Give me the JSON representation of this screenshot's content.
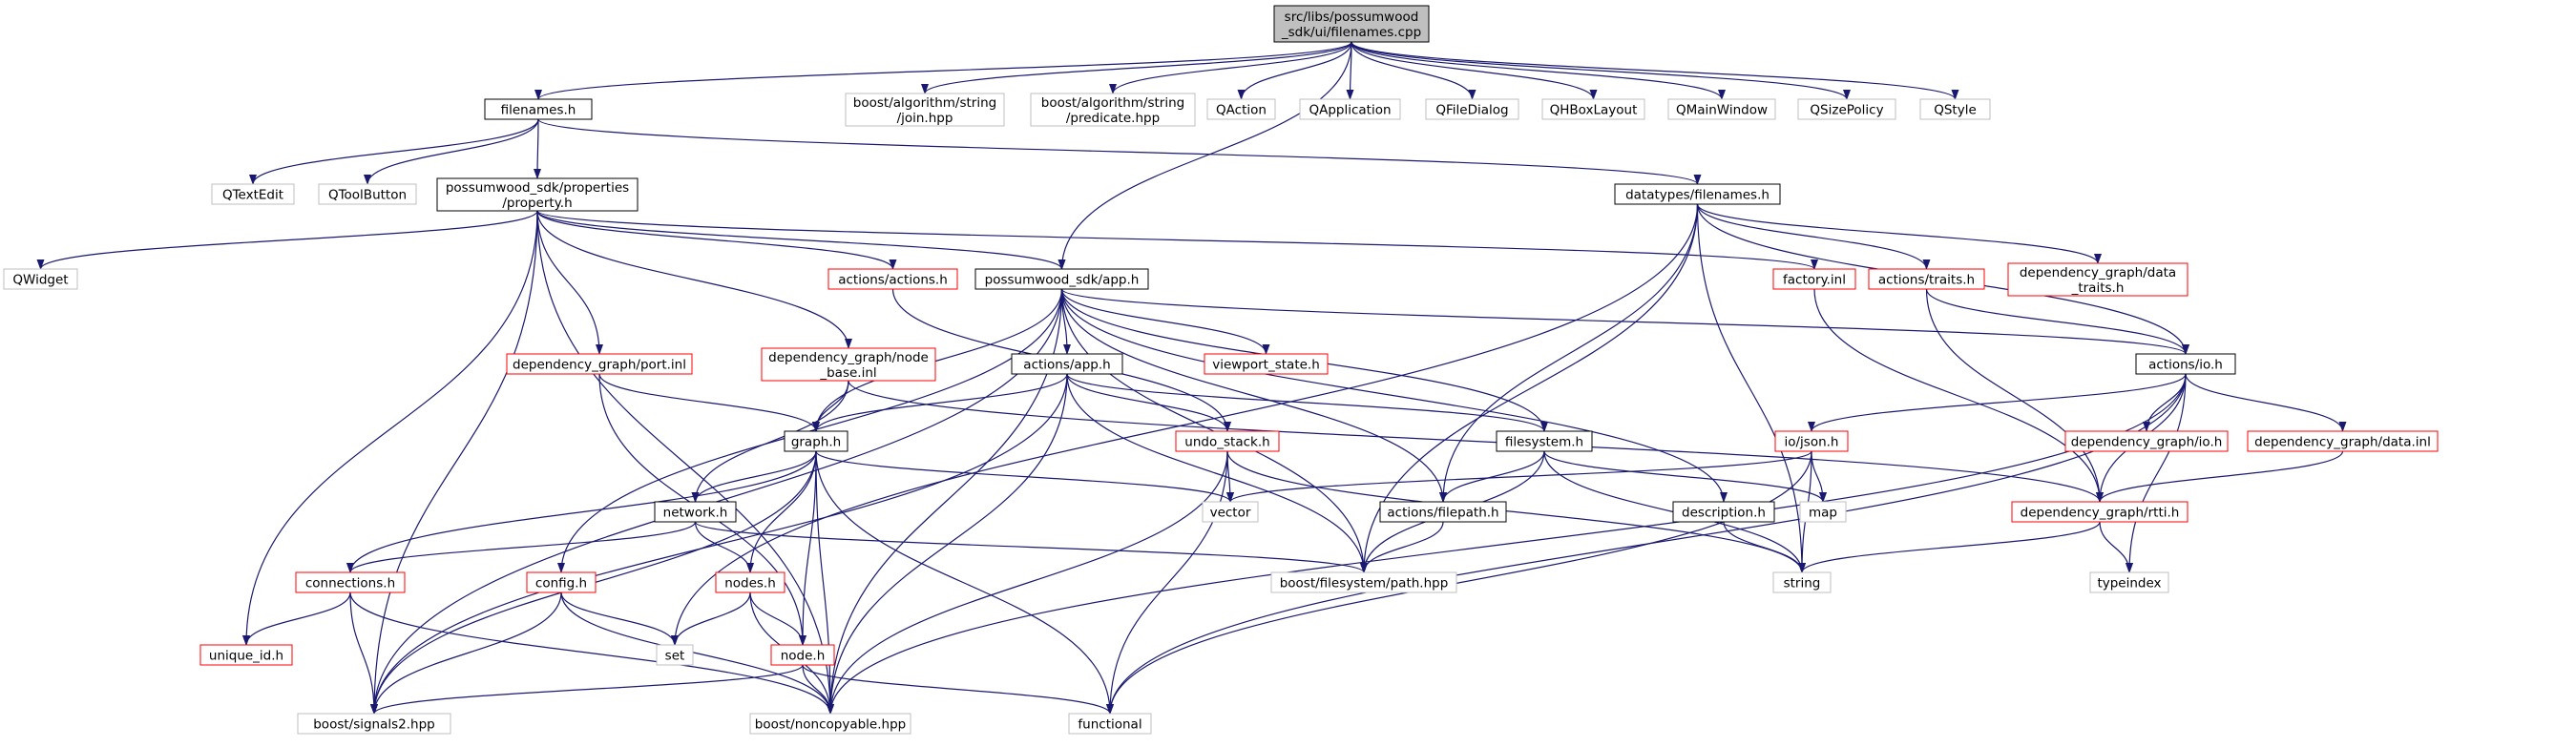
{
  "diagram": {
    "root_id": "root",
    "colors": {
      "edge": "#191970",
      "box_border_black": "#000000",
      "box_border_gray": "#bfbfbf",
      "box_border_red": "#ff0000",
      "root_fill": "#bfbfbf",
      "box_fill": "#ffffff",
      "label_text": "#000000"
    },
    "nodes": [
      {
        "id": "root",
        "lines": [
          "src/libs/possumwood",
          "_sdk/ui/filenames.cpp"
        ],
        "style": "root"
      },
      {
        "id": "filenames_h",
        "lines": [
          "filenames.h"
        ],
        "style": "black"
      },
      {
        "id": "join_hpp",
        "lines": [
          "boost/algorithm/string",
          "/join.hpp"
        ],
        "style": "gray"
      },
      {
        "id": "predicate_hpp",
        "lines": [
          "boost/algorithm/string",
          "/predicate.hpp"
        ],
        "style": "gray"
      },
      {
        "id": "qaction",
        "lines": [
          "QAction"
        ],
        "style": "gray"
      },
      {
        "id": "qapplication",
        "lines": [
          "QApplication"
        ],
        "style": "gray"
      },
      {
        "id": "qfiledialog",
        "lines": [
          "QFileDialog"
        ],
        "style": "gray"
      },
      {
        "id": "qhboxlayout",
        "lines": [
          "QHBoxLayout"
        ],
        "style": "gray"
      },
      {
        "id": "qmainwindow",
        "lines": [
          "QMainWindow"
        ],
        "style": "gray"
      },
      {
        "id": "qsizepolicy",
        "lines": [
          "QSizePolicy"
        ],
        "style": "gray"
      },
      {
        "id": "qstyle",
        "lines": [
          "QStyle"
        ],
        "style": "gray"
      },
      {
        "id": "qtextedit",
        "lines": [
          "QTextEdit"
        ],
        "style": "gray"
      },
      {
        "id": "qtoolbutton",
        "lines": [
          "QToolButton"
        ],
        "style": "gray"
      },
      {
        "id": "property_h",
        "lines": [
          "possumwood_sdk/properties",
          "/property.h"
        ],
        "style": "black"
      },
      {
        "id": "dt_filenames_h",
        "lines": [
          "datatypes/filenames.h"
        ],
        "style": "black"
      },
      {
        "id": "qwidget",
        "lines": [
          "QWidget"
        ],
        "style": "gray"
      },
      {
        "id": "actions_actions_h",
        "lines": [
          "actions/actions.h"
        ],
        "style": "red"
      },
      {
        "id": "app_h",
        "lines": [
          "possumwood_sdk/app.h"
        ],
        "style": "black"
      },
      {
        "id": "factory_inl",
        "lines": [
          "factory.inl"
        ],
        "style": "red"
      },
      {
        "id": "traits_h",
        "lines": [
          "actions/traits.h"
        ],
        "style": "red"
      },
      {
        "id": "data_traits_h",
        "lines": [
          "dependency_graph/data",
          "_traits.h"
        ],
        "style": "red"
      },
      {
        "id": "port_inl",
        "lines": [
          "dependency_graph/port.inl"
        ],
        "style": "red"
      },
      {
        "id": "node_base_inl",
        "lines": [
          "dependency_graph/node",
          "_base.inl"
        ],
        "style": "red"
      },
      {
        "id": "actions_app_h",
        "lines": [
          "actions/app.h"
        ],
        "style": "black"
      },
      {
        "id": "viewport_state_h",
        "lines": [
          "viewport_state.h"
        ],
        "style": "red"
      },
      {
        "id": "actions_io_h",
        "lines": [
          "actions/io.h"
        ],
        "style": "black"
      },
      {
        "id": "graph_h",
        "lines": [
          "graph.h"
        ],
        "style": "black"
      },
      {
        "id": "undo_stack_h",
        "lines": [
          "undo_stack.h"
        ],
        "style": "red"
      },
      {
        "id": "filesystem_h",
        "lines": [
          "filesystem.h"
        ],
        "style": "black"
      },
      {
        "id": "io_json_h",
        "lines": [
          "io/json.h"
        ],
        "style": "red"
      },
      {
        "id": "dg_io_h",
        "lines": [
          "dependency_graph/io.h"
        ],
        "style": "red"
      },
      {
        "id": "dg_data_inl",
        "lines": [
          "dependency_graph/data.inl"
        ],
        "style": "red"
      },
      {
        "id": "network_h",
        "lines": [
          "network.h"
        ],
        "style": "black"
      },
      {
        "id": "vector",
        "lines": [
          "vector"
        ],
        "style": "gray"
      },
      {
        "id": "filepath_h",
        "lines": [
          "actions/filepath.h"
        ],
        "style": "black"
      },
      {
        "id": "description_h",
        "lines": [
          "description.h"
        ],
        "style": "black"
      },
      {
        "id": "map",
        "lines": [
          "map"
        ],
        "style": "gray"
      },
      {
        "id": "rtti_h",
        "lines": [
          "dependency_graph/rtti.h"
        ],
        "style": "red"
      },
      {
        "id": "connections_h",
        "lines": [
          "connections.h"
        ],
        "style": "red"
      },
      {
        "id": "config_h",
        "lines": [
          "config.h"
        ],
        "style": "red"
      },
      {
        "id": "nodes_h",
        "lines": [
          "nodes.h"
        ],
        "style": "red"
      },
      {
        "id": "path_hpp",
        "lines": [
          "boost/filesystem/path.hpp"
        ],
        "style": "gray"
      },
      {
        "id": "string",
        "lines": [
          "string"
        ],
        "style": "gray"
      },
      {
        "id": "typeindex",
        "lines": [
          "typeindex"
        ],
        "style": "gray"
      },
      {
        "id": "unique_id_h",
        "lines": [
          "unique_id.h"
        ],
        "style": "red"
      },
      {
        "id": "set",
        "lines": [
          "set"
        ],
        "style": "gray"
      },
      {
        "id": "node_h",
        "lines": [
          "node.h"
        ],
        "style": "red"
      },
      {
        "id": "signals2_hpp",
        "lines": [
          "boost/signals2.hpp"
        ],
        "style": "gray"
      },
      {
        "id": "noncopyable_hpp",
        "lines": [
          "boost/noncopyable.hpp"
        ],
        "style": "gray"
      },
      {
        "id": "functional",
        "lines": [
          "functional"
        ],
        "style": "gray"
      }
    ],
    "edges": [
      [
        "root",
        "filenames_h"
      ],
      [
        "root",
        "join_hpp"
      ],
      [
        "root",
        "predicate_hpp"
      ],
      [
        "root",
        "qaction"
      ],
      [
        "root",
        "qapplication"
      ],
      [
        "root",
        "qfiledialog"
      ],
      [
        "root",
        "qhboxlayout"
      ],
      [
        "root",
        "qmainwindow"
      ],
      [
        "root",
        "qsizepolicy"
      ],
      [
        "root",
        "qstyle"
      ],
      [
        "root",
        "app_h"
      ],
      [
        "filenames_h",
        "qtextedit"
      ],
      [
        "filenames_h",
        "qtoolbutton"
      ],
      [
        "filenames_h",
        "property_h"
      ],
      [
        "filenames_h",
        "dt_filenames_h"
      ],
      [
        "property_h",
        "qwidget"
      ],
      [
        "property_h",
        "actions_actions_h"
      ],
      [
        "property_h",
        "app_h"
      ],
      [
        "property_h",
        "factory_inl"
      ],
      [
        "property_h",
        "port_inl"
      ],
      [
        "property_h",
        "node_base_inl"
      ],
      [
        "property_h",
        "unique_id_h"
      ],
      [
        "property_h",
        "signals2_hpp"
      ],
      [
        "property_h",
        "noncopyable_hpp"
      ],
      [
        "dt_filenames_h",
        "traits_h"
      ],
      [
        "dt_filenames_h",
        "data_traits_h"
      ],
      [
        "dt_filenames_h",
        "actions_io_h"
      ],
      [
        "dt_filenames_h",
        "filepath_h"
      ],
      [
        "dt_filenames_h",
        "path_hpp"
      ],
      [
        "dt_filenames_h",
        "string"
      ],
      [
        "dt_filenames_h",
        "set"
      ],
      [
        "actions_actions_h",
        "undo_stack_h"
      ],
      [
        "app_h",
        "actions_app_h"
      ],
      [
        "app_h",
        "viewport_state_h"
      ],
      [
        "app_h",
        "actions_io_h"
      ],
      [
        "app_h",
        "graph_h"
      ],
      [
        "app_h",
        "filesystem_h"
      ],
      [
        "app_h",
        "filepath_h"
      ],
      [
        "app_h",
        "description_h"
      ],
      [
        "app_h",
        "path_hpp"
      ],
      [
        "app_h",
        "noncopyable_hpp"
      ],
      [
        "app_h",
        "signals2_hpp"
      ],
      [
        "app_h",
        "config_h"
      ],
      [
        "factory_inl",
        "rtti_h"
      ],
      [
        "traits_h",
        "actions_io_h"
      ],
      [
        "traits_h",
        "rtti_h"
      ],
      [
        "port_inl",
        "graph_h"
      ],
      [
        "port_inl",
        "node_h"
      ],
      [
        "node_base_inl",
        "graph_h"
      ],
      [
        "node_base_inl",
        "network_h"
      ],
      [
        "node_base_inl",
        "rtti_h"
      ],
      [
        "actions_app_h",
        "graph_h"
      ],
      [
        "actions_app_h",
        "undo_stack_h"
      ],
      [
        "actions_app_h",
        "filesystem_h"
      ],
      [
        "actions_app_h",
        "path_hpp"
      ],
      [
        "actions_app_h",
        "noncopyable_hpp"
      ],
      [
        "actions_app_h",
        "signals2_hpp"
      ],
      [
        "actions_io_h",
        "io_json_h"
      ],
      [
        "actions_io_h",
        "dg_io_h"
      ],
      [
        "actions_io_h",
        "dg_data_inl"
      ],
      [
        "actions_io_h",
        "rtti_h"
      ],
      [
        "actions_io_h",
        "typeindex"
      ],
      [
        "actions_io_h",
        "noncopyable_hpp"
      ],
      [
        "actions_io_h",
        "functional"
      ],
      [
        "graph_h",
        "network_h"
      ],
      [
        "graph_h",
        "connections_h"
      ],
      [
        "graph_h",
        "nodes_h"
      ],
      [
        "graph_h",
        "node_h"
      ],
      [
        "graph_h",
        "vector"
      ],
      [
        "graph_h",
        "signals2_hpp"
      ],
      [
        "graph_h",
        "noncopyable_hpp"
      ],
      [
        "graph_h",
        "functional"
      ],
      [
        "undo_stack_h",
        "vector"
      ],
      [
        "undo_stack_h",
        "string"
      ],
      [
        "undo_stack_h",
        "functional"
      ],
      [
        "undo_stack_h",
        "noncopyable_hpp"
      ],
      [
        "filesystem_h",
        "filepath_h"
      ],
      [
        "filesystem_h",
        "path_hpp"
      ],
      [
        "filesystem_h",
        "map"
      ],
      [
        "filesystem_h",
        "string"
      ],
      [
        "io_json_h",
        "vector"
      ],
      [
        "io_json_h",
        "map"
      ],
      [
        "io_json_h",
        "string"
      ],
      [
        "io_json_h",
        "functional"
      ],
      [
        "dg_data_inl",
        "rtti_h"
      ],
      [
        "network_h",
        "connections_h"
      ],
      [
        "network_h",
        "nodes_h"
      ],
      [
        "network_h",
        "path_hpp"
      ],
      [
        "filepath_h",
        "path_hpp"
      ],
      [
        "description_h",
        "string"
      ],
      [
        "rtti_h",
        "string"
      ],
      [
        "rtti_h",
        "typeindex"
      ],
      [
        "connections_h",
        "unique_id_h"
      ],
      [
        "connections_h",
        "signals2_hpp"
      ],
      [
        "connections_h",
        "noncopyable_hpp"
      ],
      [
        "config_h",
        "set"
      ],
      [
        "config_h",
        "signals2_hpp"
      ],
      [
        "config_h",
        "noncopyable_hpp"
      ],
      [
        "nodes_h",
        "set"
      ],
      [
        "nodes_h",
        "node_h"
      ],
      [
        "nodes_h",
        "noncopyable_hpp"
      ],
      [
        "node_h",
        "signals2_hpp"
      ],
      [
        "node_h",
        "noncopyable_hpp"
      ],
      [
        "node_h",
        "functional"
      ]
    ]
  }
}
